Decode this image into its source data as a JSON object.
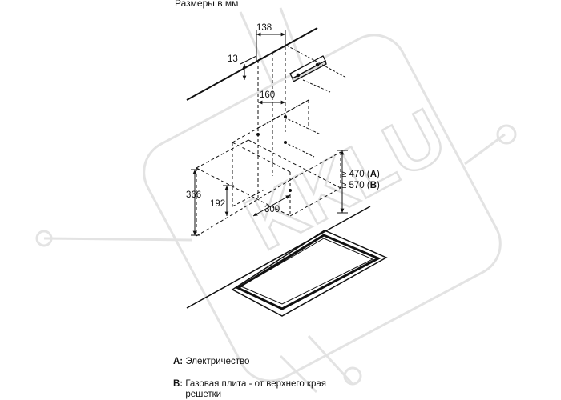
{
  "heading": "Размеры в мм",
  "watermark": "KKLU",
  "dimensions": {
    "d138": "138",
    "d13": "13",
    "d160": "160",
    "d366": "366",
    "d192": "192",
    "d300": "300",
    "clearance_a_prefix": "≥ 470 (",
    "clearance_a_key": "A",
    "clearance_a_suffix": ")",
    "clearance_b_prefix": "≥ 570 (",
    "clearance_b_key": "B",
    "clearance_b_suffix": ")"
  },
  "legend": {
    "a_key": "A:",
    "a_text": "Электричество",
    "b_key": "B:",
    "b_text": "Газовая плита - от верхнего края решетки"
  }
}
